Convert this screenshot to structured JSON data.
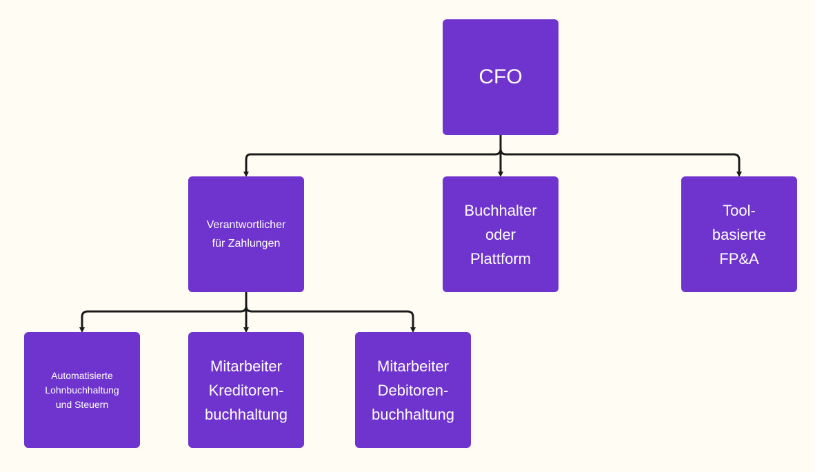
{
  "diagram": {
    "colors": {
      "background": "#fffcf4",
      "node_fill": "#6f34cd",
      "node_text": "#ffffff",
      "connector": "#1a1a1a"
    },
    "nodes": {
      "cfo": {
        "label": "CFO"
      },
      "payments_lead": {
        "label": "Verantwortlicher\nfür Zahlungen"
      },
      "accountant": {
        "label": "Buchhalter\noder\nPlattform"
      },
      "fpa": {
        "label": "Tool-\nbasierte\nFP&A"
      },
      "payroll": {
        "label": "Automatisierte\nLohnbuchhaltung\nund Steuern"
      },
      "ap_clerk": {
        "label": "Mitarbeiter\nKreditoren-\nbuchhaltung"
      },
      "ar_clerk": {
        "label": "Mitarbeiter\nDebitoren-\nbuchhaltung"
      }
    },
    "edges": [
      {
        "from": "cfo",
        "to": "payments_lead"
      },
      {
        "from": "cfo",
        "to": "accountant"
      },
      {
        "from": "cfo",
        "to": "fpa"
      },
      {
        "from": "payments_lead",
        "to": "payroll"
      },
      {
        "from": "payments_lead",
        "to": "ap_clerk"
      },
      {
        "from": "payments_lead",
        "to": "ar_clerk"
      }
    ]
  }
}
